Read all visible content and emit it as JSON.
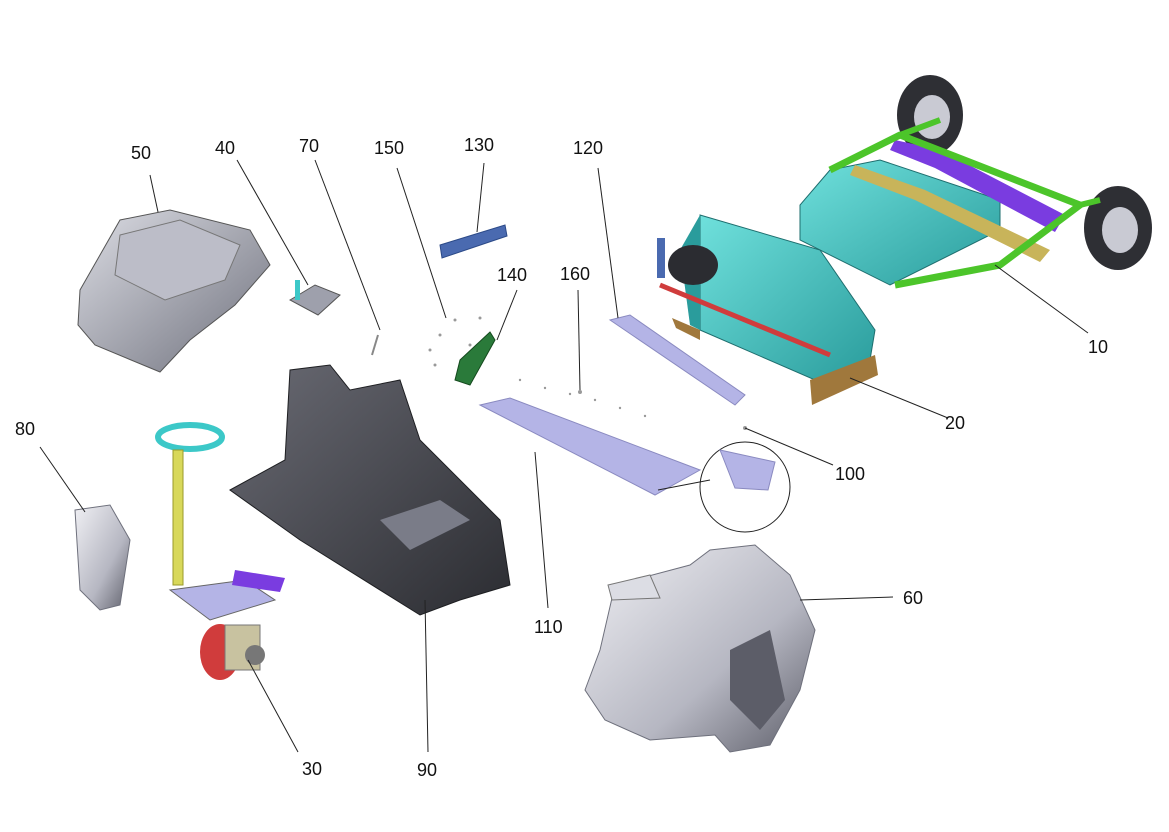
{
  "diagram": {
    "callouts": [
      {
        "id": "c10",
        "label": "10"
      },
      {
        "id": "c20",
        "label": "20"
      },
      {
        "id": "c30",
        "label": "30"
      },
      {
        "id": "c40",
        "label": "40"
      },
      {
        "id": "c50",
        "label": "50"
      },
      {
        "id": "c60",
        "label": "60"
      },
      {
        "id": "c70",
        "label": "70"
      },
      {
        "id": "c80",
        "label": "80"
      },
      {
        "id": "c90",
        "label": "90"
      },
      {
        "id": "c100",
        "label": "100"
      },
      {
        "id": "c110",
        "label": "110"
      },
      {
        "id": "c120",
        "label": "120"
      },
      {
        "id": "c130",
        "label": "130"
      },
      {
        "id": "c140",
        "label": "140"
      },
      {
        "id": "c150",
        "label": "150"
      },
      {
        "id": "c160",
        "label": "160"
      }
    ],
    "colors": {
      "line": "#222222",
      "grey_dark": "#4a4b52",
      "grey_mid": "#8a8c98",
      "grey_light": "#c9cad3",
      "teal": "#3cc8c8",
      "green": "#4cc52a",
      "purple": "#7a3ce0",
      "khaki": "#c8b45a",
      "brown": "#a0783c",
      "lavender": "#b4b4e6",
      "red": "#d03c3c",
      "yellow": "#d8d85a",
      "blue": "#4a6ab0",
      "dark_green": "#2a7a3a"
    }
  }
}
